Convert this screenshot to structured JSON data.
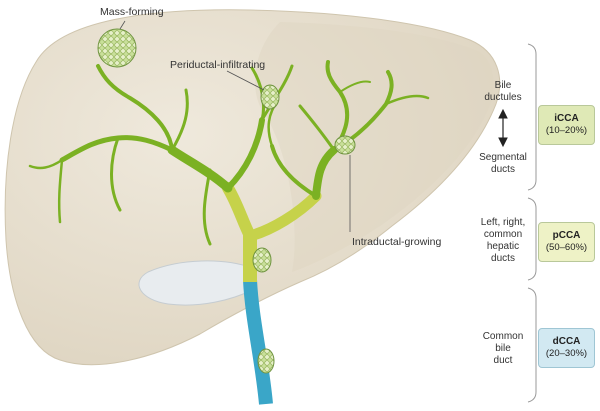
{
  "labels": {
    "mass_forming": "Mass-forming",
    "periductal": "Periductal-infiltrating",
    "intraductal": "Intraductal-growing"
  },
  "levels": [
    {
      "lines": [
        "Bile",
        "ductules"
      ]
    },
    {
      "lines": [
        "Segmental",
        "ducts"
      ]
    },
    {
      "lines": [
        "Left, right,",
        "common",
        "hepatic",
        "ducts"
      ]
    },
    {
      "lines": [
        "Common",
        "bile",
        "duct"
      ]
    }
  ],
  "badges": [
    {
      "name": "iCCA",
      "pct": "(10–20%)",
      "color": "#dfe9b6"
    },
    {
      "name": "pCCA",
      "pct": "(50–60%)",
      "color": "#eef2c6"
    },
    {
      "name": "dCCA",
      "pct": "(20–30%)",
      "color": "#d2e9f2"
    }
  ],
  "colors": {
    "liver": "#e9e2d3",
    "liver_shade": "#ddd4c1",
    "duct_green": "#7bb123",
    "duct_yellow": "#c6d24a",
    "duct_blue": "#3aa6c8",
    "tumor": "#c2dc8a"
  }
}
